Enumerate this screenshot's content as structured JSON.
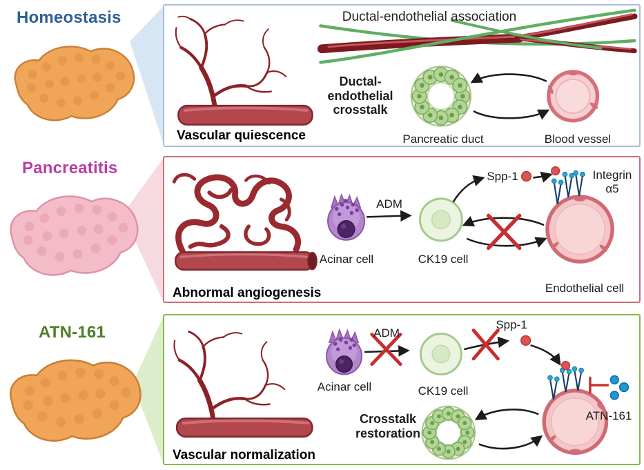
{
  "figure": {
    "sidebar": {
      "homeostasis_label": "Homeostasis",
      "pancreatitis_label": "Pancreatitis",
      "atn161_label": "ATN-161"
    },
    "homeostasis_panel": {
      "title": "Ductal-endothelial association",
      "vascular_caption": "Vascular quiescence",
      "crosstalk_caption": "Ductal-\nendothelial\ncrosstalk",
      "pancreatic_duct_label": "Pancreatic duct",
      "blood_vessel_label": "Blood vessel"
    },
    "pancreatitis_panel": {
      "vascular_caption": "Abnormal angiogenesis",
      "acinar_cell_label": "Acinar cell",
      "adm_label": "ADM",
      "ck19_cell_label": "CK19 cell",
      "spp1_label": "Spp-1",
      "integrin_label": "Integrin\nα5",
      "endothelial_cell_label": "Endothelial cell"
    },
    "atn161_panel": {
      "vascular_caption": "Vascular normalization",
      "acinar_cell_label": "Acinar cell",
      "adm_label": "ADM",
      "ck19_cell_label": "CK19 cell",
      "spp1_label": "Spp-1",
      "atn161_label": "ATN-161",
      "crosstalk_caption": "Crosstalk\nrestoration"
    },
    "colors": {
      "homeostasis_text": "#2e6096",
      "pancreatitis_text": "#b93da4",
      "atn161_text": "#4f7d28",
      "homeostasis_border": "#a9bdd6",
      "pancreatitis_border": "#cb6e79",
      "atn161_border": "#85b946",
      "vessel_red": "#8c2227",
      "duct_green": "#85ab68",
      "spp1_red": "#dd5454",
      "integrin_blue": "#2aa5d6",
      "atn161_blue": "#1f97d4",
      "blocked_cross_red": "#c62f2f"
    }
  }
}
